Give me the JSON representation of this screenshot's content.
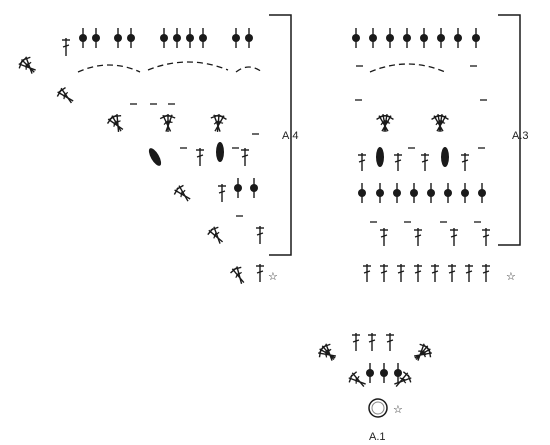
{
  "diagrams": [
    {
      "label": "A.4",
      "rows": 8,
      "repeat_brace": "right"
    },
    {
      "label": "A.3",
      "rows": 6,
      "repeat_brace": "right"
    },
    {
      "label": "A.1",
      "rows": 3,
      "center": "magic-ring"
    }
  ],
  "symbols": {
    "treble": "cross-bar stitch",
    "bobble": "solid oval",
    "dot_stitch": "stitch with filled dot",
    "chain": "dash",
    "start_marker": "star"
  },
  "colors": {
    "ink": "#1a1a1a",
    "background": "#ffffff"
  }
}
